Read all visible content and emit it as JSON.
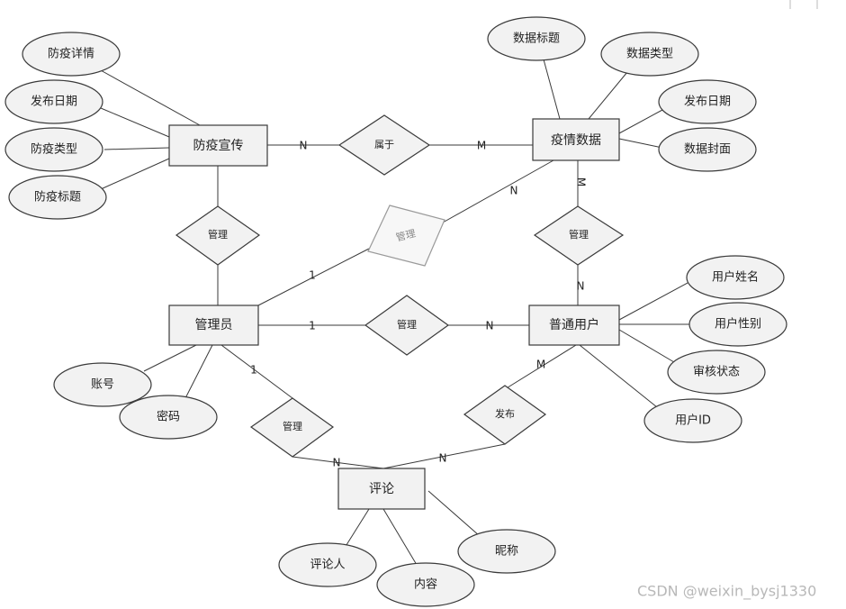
{
  "entities": {
    "propaganda": "防疫宣传",
    "epidemic_data": "疫情数据",
    "admin": "管理员",
    "user": "普通用户",
    "comment": "评论"
  },
  "relations": {
    "belongs": "属于",
    "manage_prop": "管理",
    "manage_data_admin": "管理",
    "manage_data_user": "管理",
    "manage_user": "管理",
    "manage_comment": "管理",
    "publish": "发布"
  },
  "attributes": {
    "prop_detail": "防疫详情",
    "prop_date": "发布日期",
    "prop_type": "防疫类型",
    "prop_title": "防疫标题",
    "data_title": "数据标题",
    "data_type": "数据类型",
    "data_date": "发布日期",
    "data_cover": "数据封面",
    "user_name": "用户姓名",
    "user_gender": "用户性别",
    "user_audit": "审核状态",
    "user_id": "用户ID",
    "admin_account": "账号",
    "admin_password": "密码",
    "comment_author": "评论人",
    "comment_content": "内容",
    "comment_nickname": "昵称"
  },
  "cardinalities": {
    "belongs_prop": "N",
    "belongs_data": "M",
    "admin_data_n": "N",
    "admin_data_1": "1",
    "data_user_m": "M",
    "data_user_n": "N",
    "admin_user_1": "1",
    "admin_user_n": "N",
    "admin_comment_1": "1",
    "admin_comment_n": "N",
    "user_comment_m": "M",
    "user_comment_n": "N"
  },
  "watermark": "CSDN @weixin_bysj1330"
}
